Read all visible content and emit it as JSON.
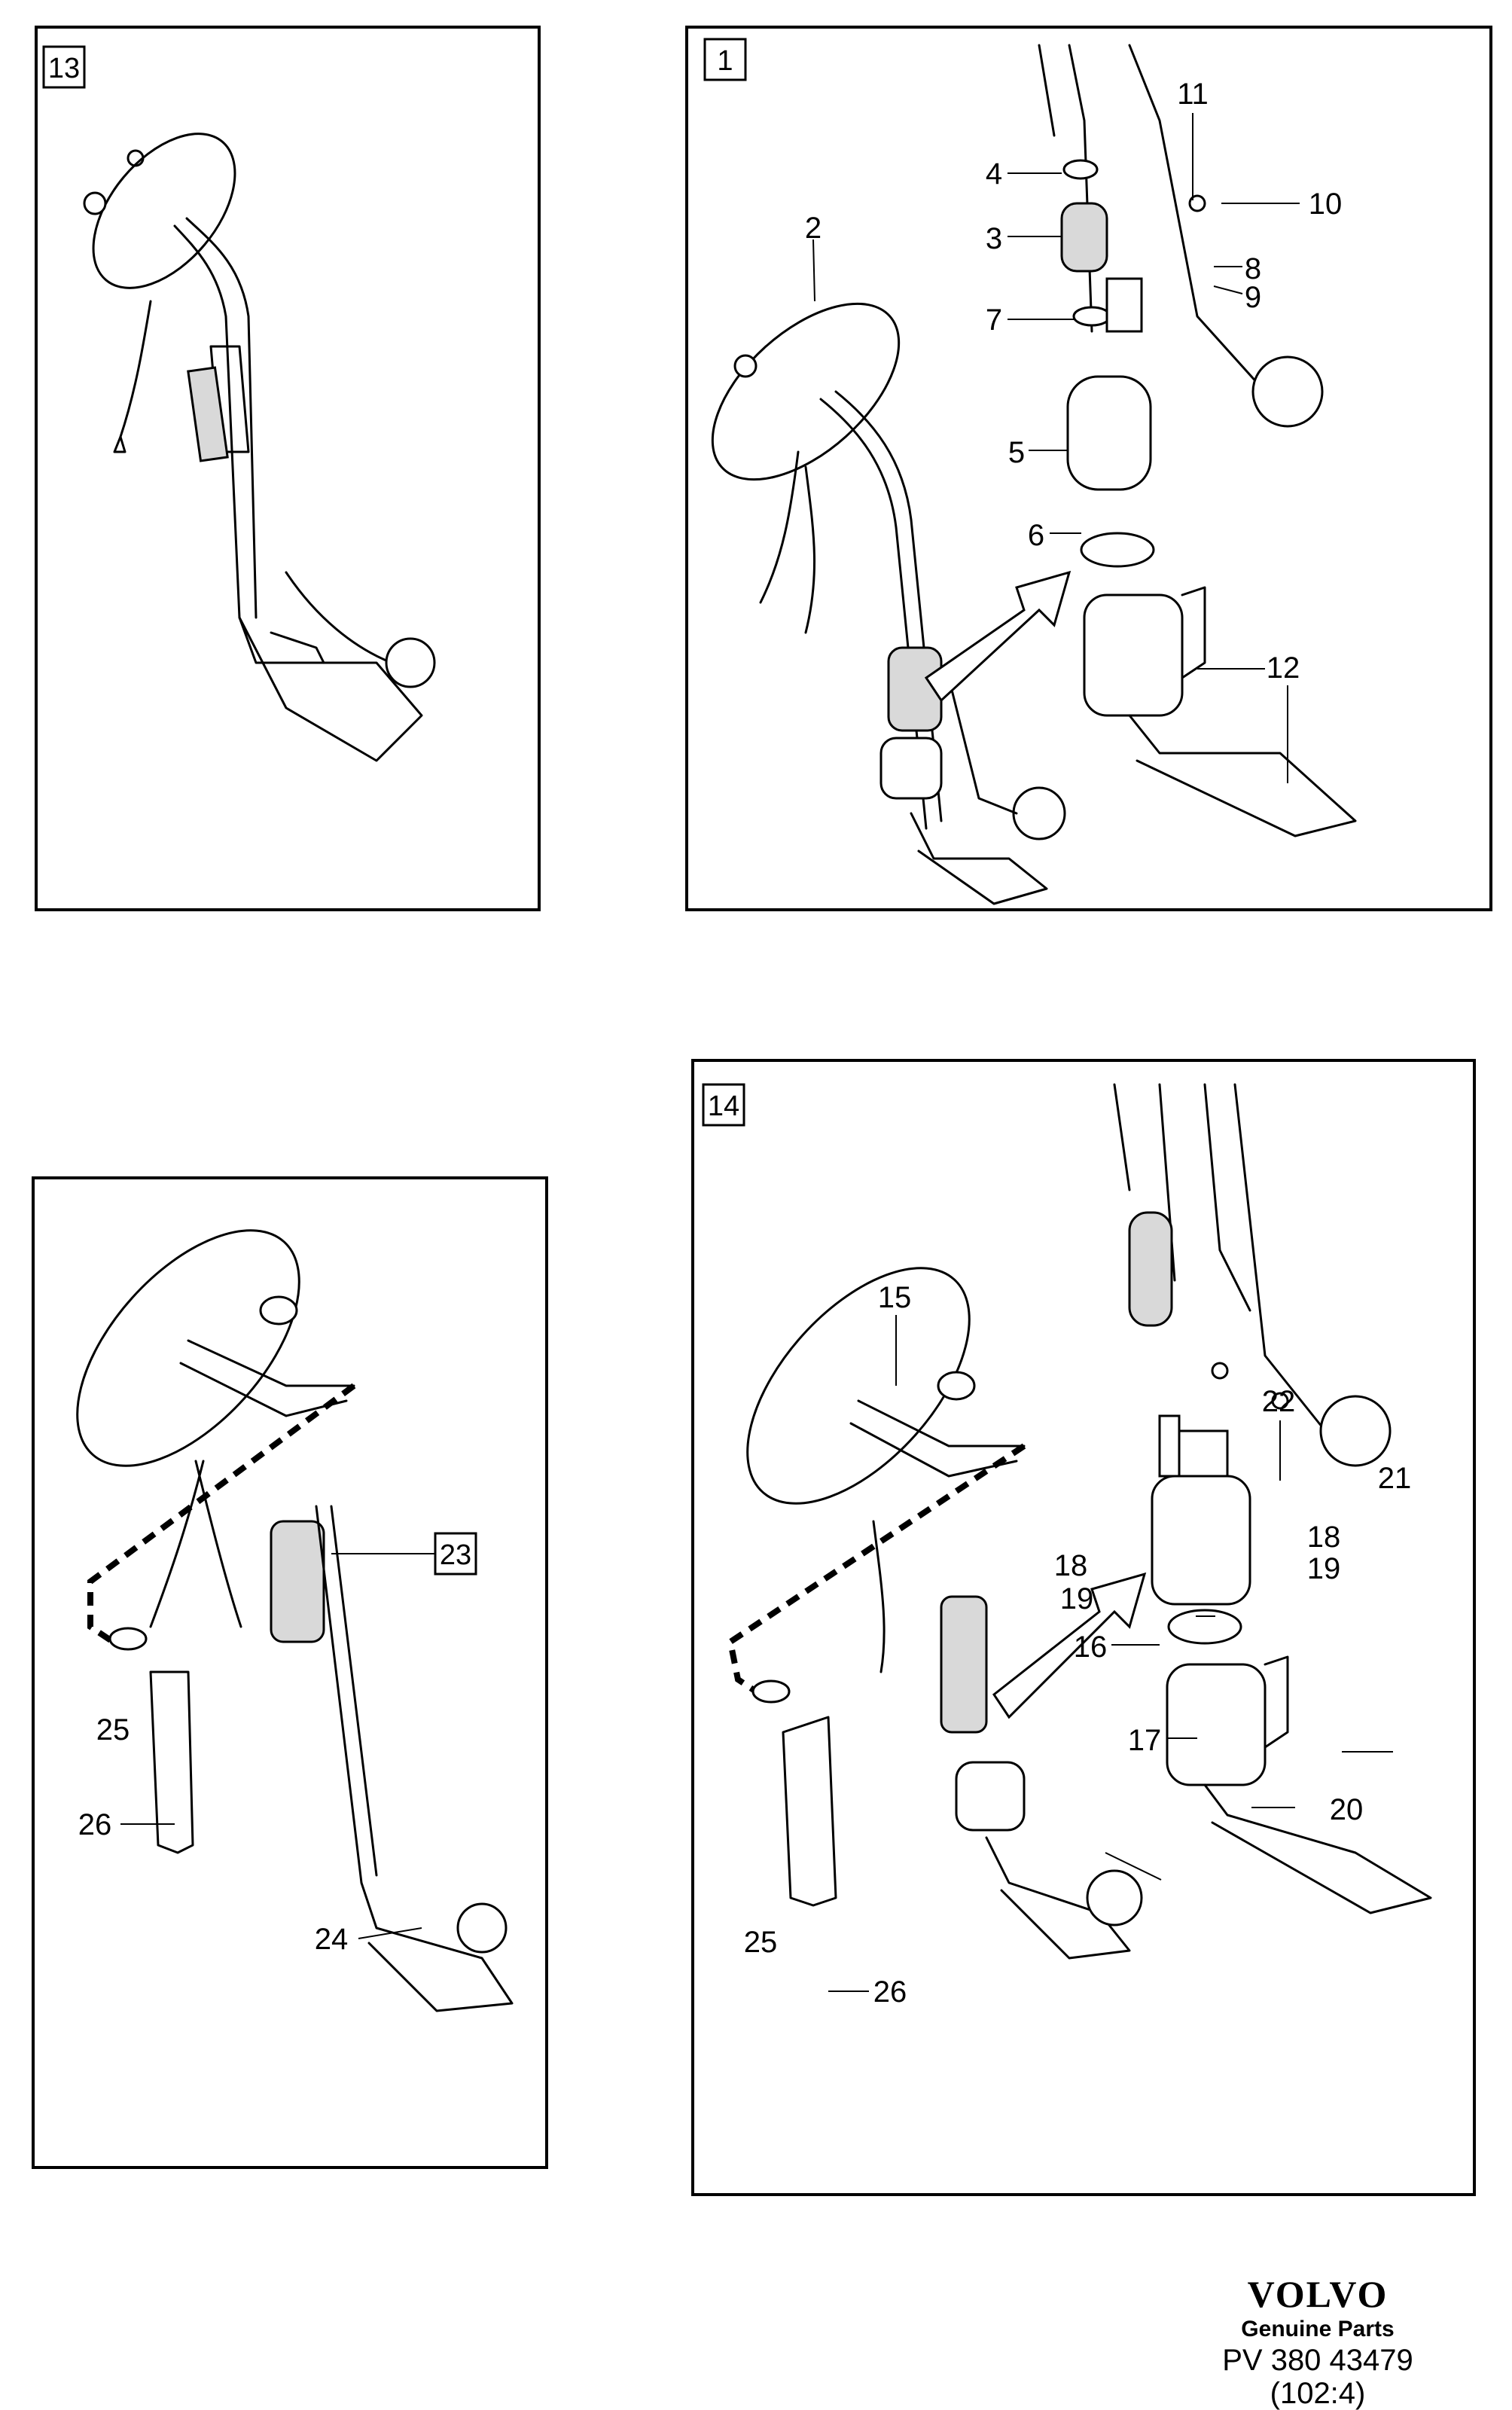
{
  "panels": [
    {
      "id": "13",
      "callouts": []
    },
    {
      "id": "1",
      "callouts": [
        "2",
        "3",
        "4",
        "5",
        "6",
        "7",
        "8",
        "9",
        "10",
        "11",
        "12"
      ]
    },
    {
      "id": "",
      "callouts": [
        "23",
        "24",
        "25",
        "26"
      ]
    },
    {
      "id": "14",
      "callouts": [
        "15",
        "16",
        "17",
        "18",
        "18",
        "19",
        "19",
        "20",
        "21",
        "22",
        "25",
        "26"
      ]
    }
  ],
  "labels": {
    "p13_box": "13",
    "p1_box": "1",
    "p14_box": "14",
    "p3_box23": "23",
    "n2": "2",
    "n3": "3",
    "n4": "4",
    "n5": "5",
    "n6": "6",
    "n7": "7",
    "n8": "8",
    "n9": "9",
    "n10": "10",
    "n11": "11",
    "n12": "12",
    "n24": "24",
    "n25a": "25",
    "n26a": "26",
    "n15": "15",
    "n16": "16",
    "n17": "17",
    "n18a": "18",
    "n18b": "18",
    "n19a": "19",
    "n19b": "19",
    "n20": "20",
    "n21": "21",
    "n22": "22",
    "n25b": "25",
    "n26b": "26"
  },
  "brand": {
    "logo": "VOLVO",
    "subtitle": "Genuine Parts",
    "reference": "PV 380 43479",
    "code": "(102:4)"
  }
}
